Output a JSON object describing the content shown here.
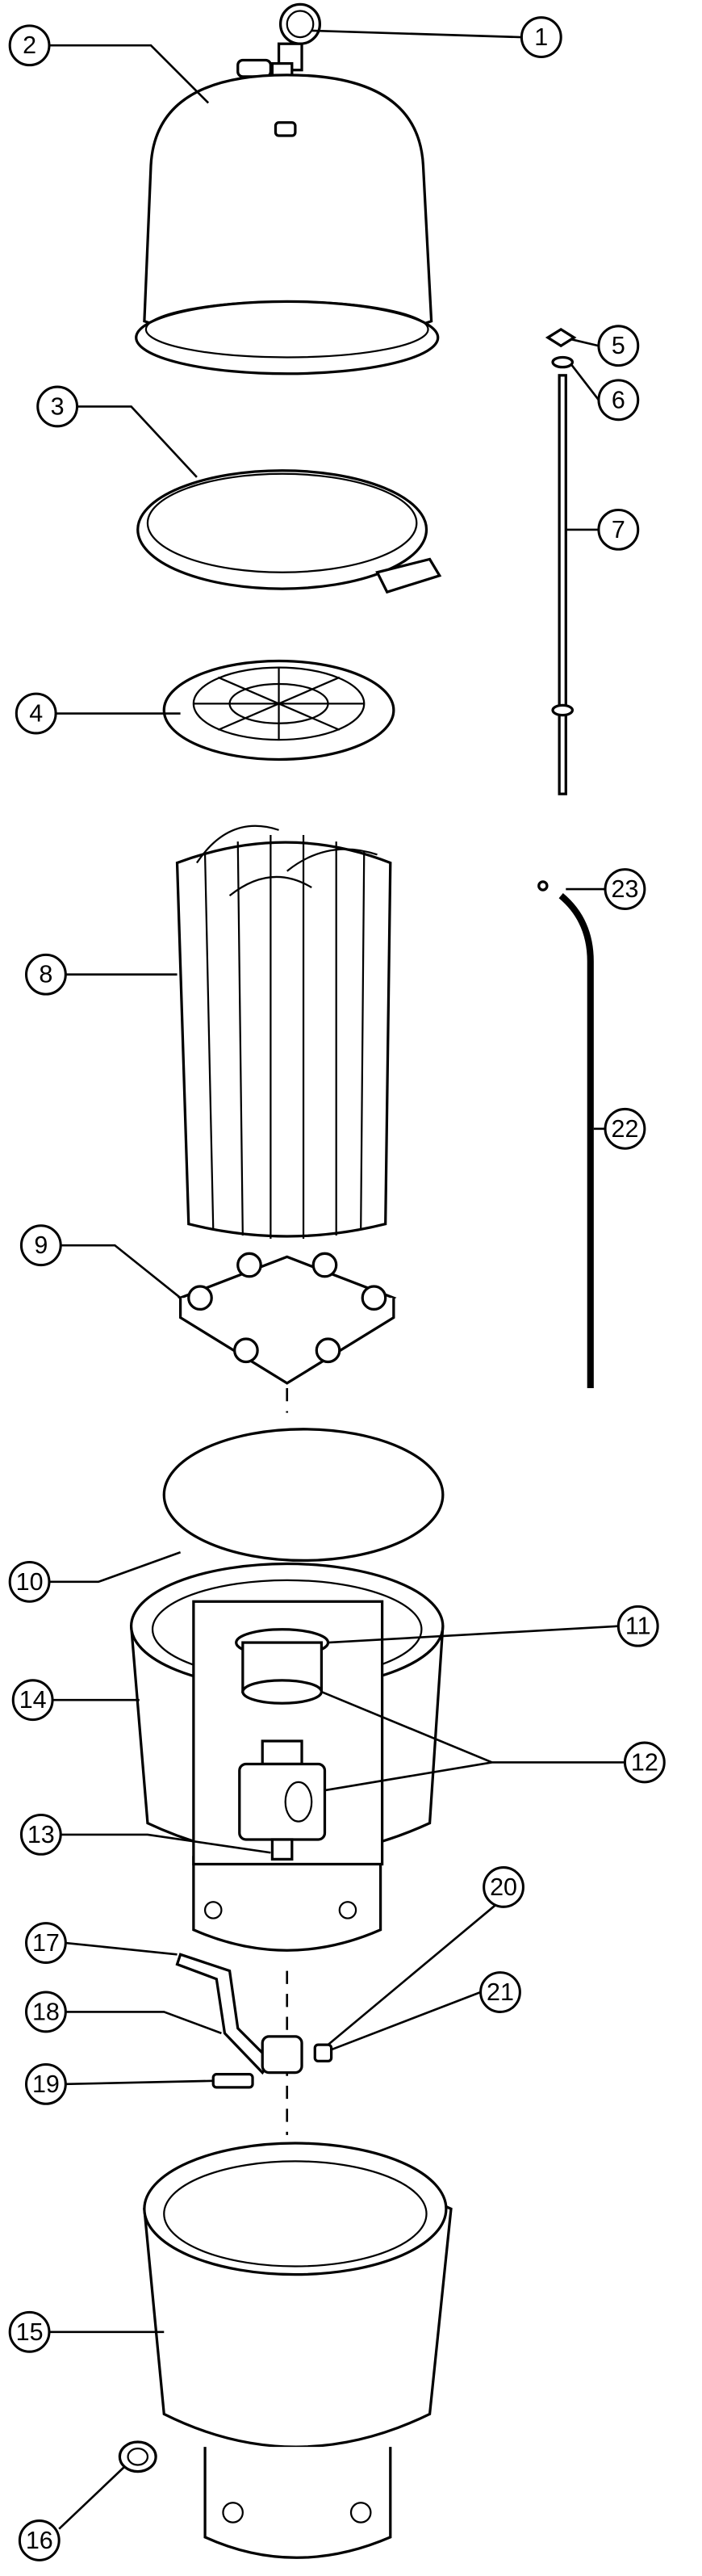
{
  "diagram": {
    "type": "exploded parts diagram",
    "callouts": [
      "1",
      "2",
      "3",
      "4",
      "5",
      "6",
      "7",
      "8",
      "9",
      "10",
      "11",
      "12",
      "13",
      "14",
      "15",
      "16",
      "17",
      "18",
      "19",
      "20",
      "21",
      "22",
      "23"
    ]
  }
}
